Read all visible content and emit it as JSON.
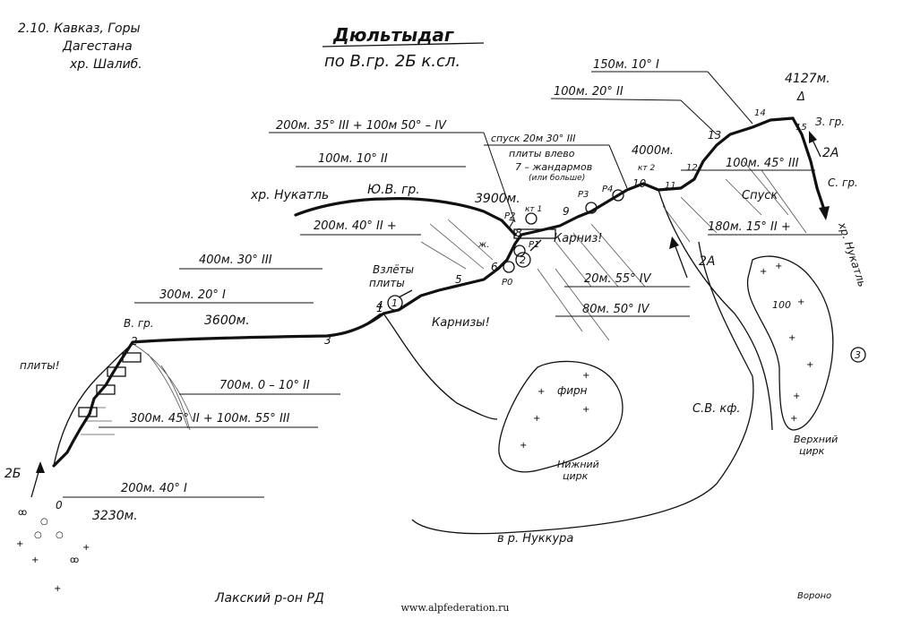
{
  "header": {
    "region_line1": "2.10. Кавказ, Горы",
    "region_line2": "Дагестана",
    "region_line3": "хр. Шалиб.",
    "title": "Дюльтыдаг",
    "route": "по В.гр. 2Б к.сл."
  },
  "summit": {
    "altitude": "4127м.",
    "marker": "Δ"
  },
  "route_sections": [
    {
      "label": "150м. 10° I"
    },
    {
      "label": "100м. 20° II"
    },
    {
      "label": "200м. 35° III + 100м 50° – IV"
    },
    {
      "label": "спуск 20м 30° III"
    },
    {
      "label": "плиты влево"
    },
    {
      "label": "7 – жандармов"
    },
    {
      "label": "(или больше)"
    },
    {
      "label": "100м. 10° II"
    },
    {
      "label": "200м. 40° II +"
    },
    {
      "label": "400м. 30° III"
    },
    {
      "label": "300м. 20° I"
    },
    {
      "label": "700м. 0 – 10° II"
    },
    {
      "label": "300м. 45° II + 100м. 55° III"
    },
    {
      "label": "200м. 40° I"
    },
    {
      "label": "100м. 45° III"
    },
    {
      "label": "180м. 15° II +"
    },
    {
      "label": "20м. 55° IV"
    },
    {
      "label": "80м. 50° IV"
    }
  ],
  "altitudes": [
    {
      "label": "3230м."
    },
    {
      "label": "3600м."
    },
    {
      "label": "3900м."
    },
    {
      "label": "4000м."
    }
  ],
  "points": [
    "0",
    "1",
    "2",
    "3",
    "4",
    "5",
    "6",
    "7",
    "8",
    "9",
    "10",
    "11",
    "12",
    "13",
    "14",
    "15"
  ],
  "checkpoints": [
    {
      "label": "кт 1"
    },
    {
      "label": "кт 2"
    }
  ],
  "belay_points": [
    {
      "label": "P0"
    },
    {
      "label": "P1"
    },
    {
      "label": "P2"
    },
    {
      "label": "P3"
    },
    {
      "label": "P4"
    }
  ],
  "circled_marks": [
    "1",
    "2",
    "3"
  ],
  "annotations": {
    "ridge_name": "хр. Нукатль",
    "ridge_se": "Ю.В. гр.",
    "east_ridge": "В. гр.",
    "west_ridge": "З. гр.",
    "north_ridge": "С. гр.",
    "slabs_left": "плиты!",
    "slabs_up": "Взлёты",
    "slabs_up2": "плиты",
    "cornices": "Карнизы!",
    "cornice": "Карниз!",
    "descent": "Спуск",
    "ridge_right": "хр. Нукатль",
    "ne_face": "С.В. кф.",
    "firn": "фирн",
    "lower_cirque": "Нижний",
    "lower_cirque2": "цирк",
    "upper_cirque": "Верхний",
    "upper_cirque2": "цирк",
    "firn_number": "100",
    "river": "в р. Нуккура",
    "district": "Лакский р-он РД",
    "grade_left": "2Б",
    "grade_right1": "2А",
    "grade_right2": "2А",
    "abbrev_zh": "ж.",
    "signature": "Вороно"
  },
  "footer": {
    "website": "www.alpfederation.ru"
  }
}
